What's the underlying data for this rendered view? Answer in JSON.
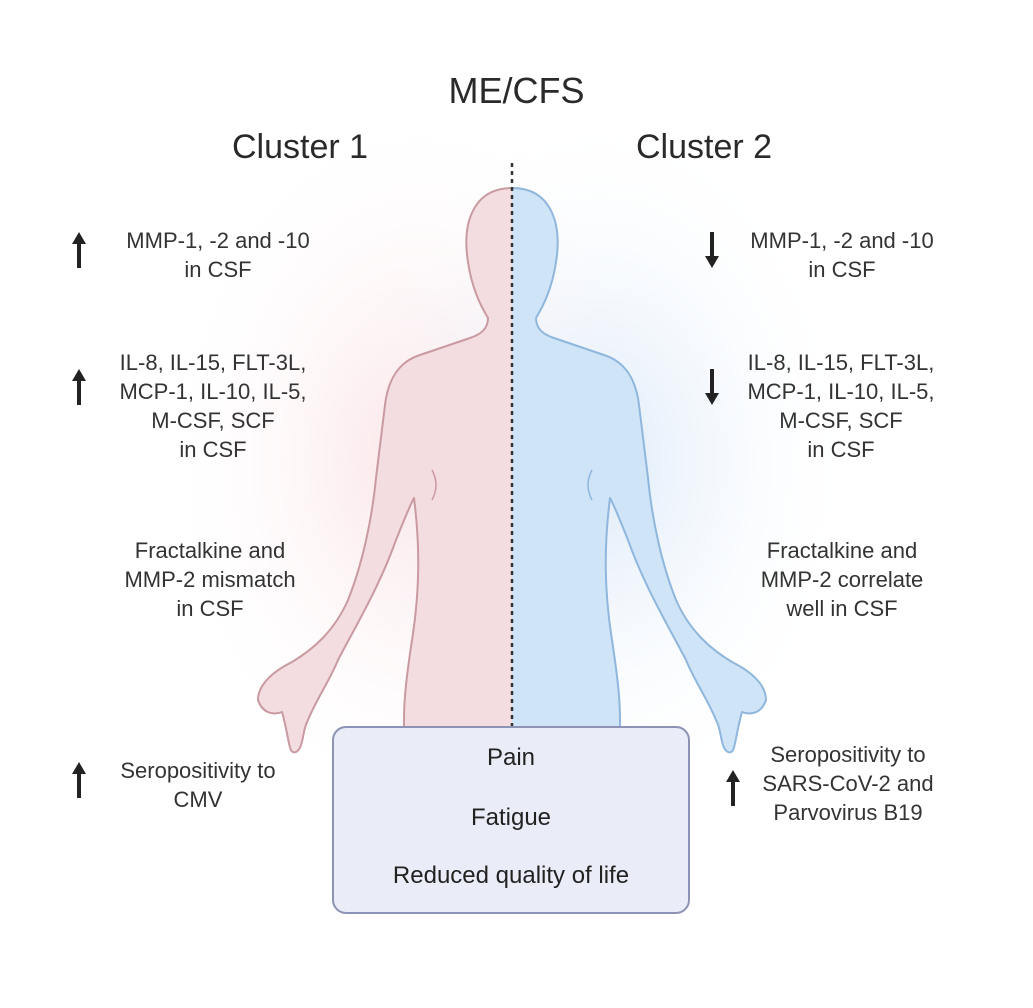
{
  "title": "ME/CFS",
  "clusters": [
    {
      "heading": "Cluster 1",
      "color": "#f3dde0",
      "findings": [
        {
          "direction": "up",
          "text": [
            "MMP-1, -2 and -10",
            "in CSF"
          ]
        },
        {
          "direction": "up",
          "text": [
            "IL-8, IL-15, FLT-3L,",
            "MCP-1, IL-10, IL-5,",
            "M-CSF, SCF",
            "in CSF"
          ]
        },
        {
          "direction": "none",
          "text": [
            "Fractalkine and",
            "MMP-2 mismatch",
            "in CSF"
          ]
        },
        {
          "direction": "up",
          "text": [
            "Seropositivity to",
            "CMV"
          ]
        }
      ]
    },
    {
      "heading": "Cluster 2",
      "color": "#cfe4f7",
      "findings": [
        {
          "direction": "down",
          "text": [
            "MMP-1, -2 and -10",
            "in CSF"
          ]
        },
        {
          "direction": "down",
          "text": [
            "IL-8, IL-15, FLT-3L,",
            "MCP-1, IL-10, IL-5,",
            "M-CSF, SCF",
            "in CSF"
          ]
        },
        {
          "direction": "none",
          "text": [
            "Fractalkine and",
            "MMP-2 correlate",
            "well in CSF"
          ]
        },
        {
          "direction": "up",
          "text": [
            "Seropositivity to",
            "SARS-CoV-2 and",
            "Parvovirus B19"
          ]
        }
      ]
    }
  ],
  "shared_symptoms": [
    "Pain",
    "Fatigue",
    "Reduced quality of life"
  ],
  "icons": {
    "up": "arrow-up-icon",
    "down": "arrow-down-icon"
  },
  "colors": {
    "outline_left": "#c99aa0",
    "outline_right": "#8fb6dc",
    "box_fill": "#eaedf8",
    "box_border": "#8c93b4"
  }
}
